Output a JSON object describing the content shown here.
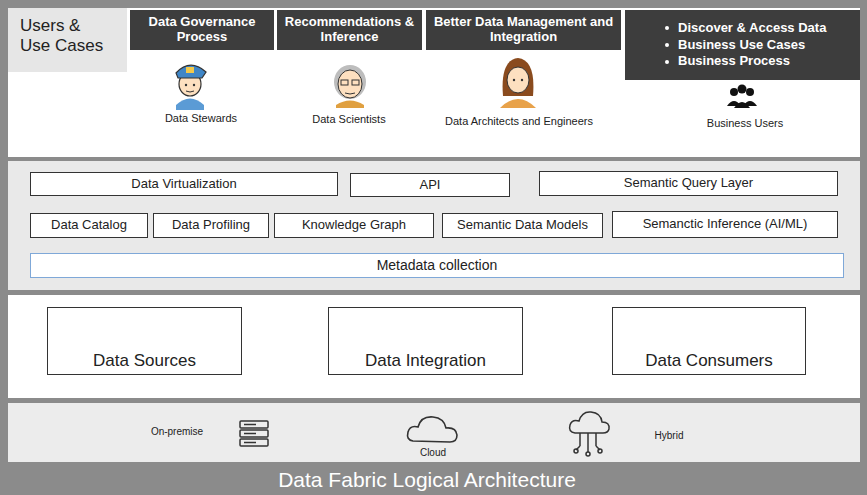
{
  "diagram": {
    "title": "Data Fabric Logical Architecture",
    "nodes": [
      {
        "text": [
          "Users & Use Cases"
        ]
      },
      {
        "text": [
          "Data Governance Process"
        ]
      },
      {
        "text": [
          "Recommendations & Inference"
        ]
      },
      {
        "text": [
          "Better Data Management and Integration"
        ]
      },
      {
        "text": [
          "Discover & Access Data",
          "Business Use Cases",
          "Business Process"
        ]
      },
      {
        "text": [
          "Data Virtualization"
        ]
      },
      {
        "text": [
          "API"
        ]
      },
      {
        "text": [
          "Semantic Query Layer"
        ]
      },
      {
        "text": [
          "Data Catalog"
        ]
      },
      {
        "text": [
          "Data Profiling"
        ]
      },
      {
        "text": [
          "Knowledge Graph"
        ]
      },
      {
        "text": [
          "Semantic Data Models"
        ]
      },
      {
        "text": [
          "Semanctic Inference (AI/ML)"
        ]
      },
      {
        "text": [
          "Metadata collection"
        ]
      },
      {
        "text": [
          "Data Sources"
        ]
      },
      {
        "text": [
          "Data Integration"
        ]
      },
      {
        "text": [
          "Data Consumers"
        ]
      }
    ],
    "labels": [
      "Data Stewards",
      "Data Scientists",
      "Data Architects and Engineers",
      "Business Users",
      "On-premise",
      "Cloud",
      "Hybrid"
    ]
  }
}
